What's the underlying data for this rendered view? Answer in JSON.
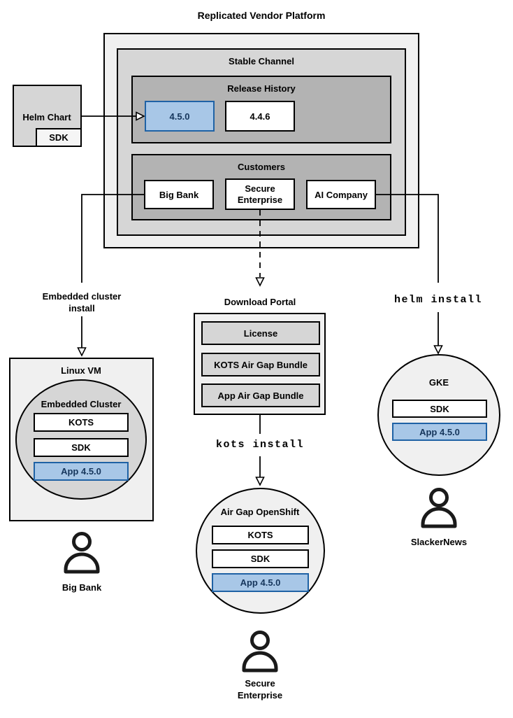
{
  "platform": {
    "title": "Replicated Vendor Platform",
    "channel": {
      "title": "Stable Channel",
      "release_history": {
        "title": "Release History",
        "releases": [
          "4.5.0",
          "4.4.6"
        ]
      },
      "customers": {
        "title": "Customers",
        "names": [
          "Big Bank",
          "Secure Enterprise",
          "AI Company"
        ]
      }
    }
  },
  "helm_chart": {
    "label": "Helm Chart",
    "sdk": "SDK"
  },
  "big_bank_flow": {
    "install_label": "Embedded cluster\ninstall",
    "vm": {
      "title": "Linux VM",
      "cluster": {
        "title": "Embedded Cluster",
        "components": [
          "KOTS",
          "SDK",
          "App 4.5.0"
        ]
      }
    },
    "user": "Big Bank"
  },
  "secure_flow": {
    "portal": {
      "title": "Download Portal",
      "items": [
        "License",
        "KOTS Air Gap Bundle",
        "App Air Gap Bundle"
      ]
    },
    "install_label": "kots install",
    "cluster": {
      "title": "Air Gap OpenShift",
      "components": [
        "KOTS",
        "SDK",
        "App 4.5.0"
      ]
    },
    "user": "Secure\nEnterprise"
  },
  "ai_flow": {
    "install_label": "helm install",
    "cluster": {
      "title": "GKE",
      "components": [
        "SDK",
        "App 4.5.0"
      ]
    },
    "user": "SlackerNews"
  },
  "icons": {
    "user": "user-silhouette-icon",
    "arrow": "open-arrow-head"
  },
  "colors": {
    "highlight_fill": "#a8c7e7",
    "highlight_border": "#1f62a5",
    "highlight_text": "#16365c",
    "container_light": "#f0f0f0",
    "container_mid": "#d6d6d6",
    "container_dark": "#b3b3b3"
  }
}
